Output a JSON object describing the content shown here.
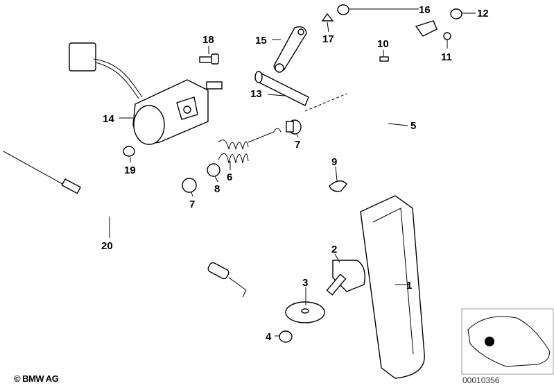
{
  "diagram": {
    "part_labels": {
      "p1": "1",
      "p2": "2",
      "p3": "3",
      "p4": "4",
      "p5": "5",
      "p6": "6",
      "p7a": "7",
      "p7b": "7",
      "p8": "8",
      "p9": "9",
      "p10": "10",
      "p11": "11",
      "p12": "12",
      "p13": "13",
      "p14": "14",
      "p15": "15",
      "p16": "16",
      "p17": "17",
      "p18": "18",
      "p19": "19",
      "p20": "20"
    }
  },
  "footer": {
    "copyright": "© BMW AG",
    "diagram_number": "00010356"
  }
}
